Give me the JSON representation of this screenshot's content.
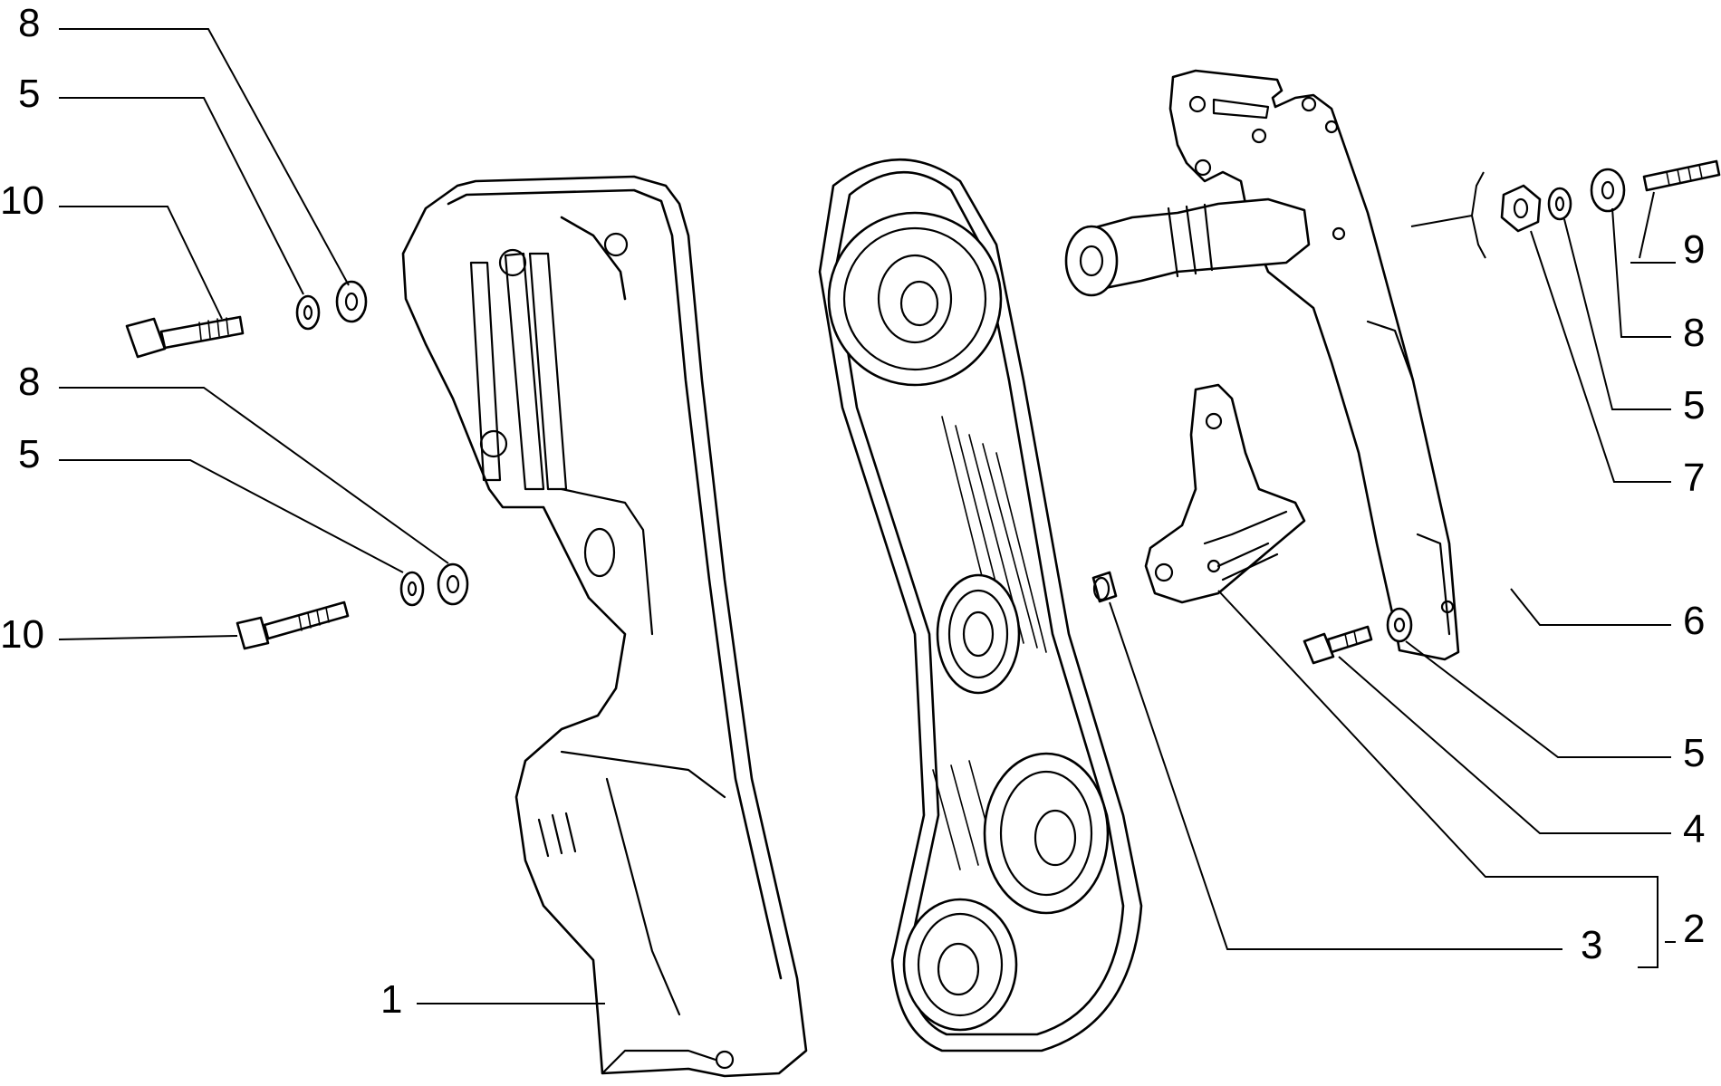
{
  "callouts": [
    {
      "id": "c8a",
      "label": "8"
    },
    {
      "id": "c5a",
      "label": "5"
    },
    {
      "id": "c10a",
      "label": "10"
    },
    {
      "id": "c8b",
      "label": "8"
    },
    {
      "id": "c5b",
      "label": "5"
    },
    {
      "id": "c10b",
      "label": "10"
    },
    {
      "id": "c1",
      "label": "1"
    },
    {
      "id": "c9",
      "label": "9"
    },
    {
      "id": "c8c",
      "label": "8"
    },
    {
      "id": "c5c",
      "label": "5"
    },
    {
      "id": "c7",
      "label": "7"
    },
    {
      "id": "c6",
      "label": "6"
    },
    {
      "id": "c5d",
      "label": "5"
    },
    {
      "id": "c4",
      "label": "4"
    },
    {
      "id": "c3",
      "label": "3"
    },
    {
      "id": "c2",
      "label": "2"
    }
  ]
}
